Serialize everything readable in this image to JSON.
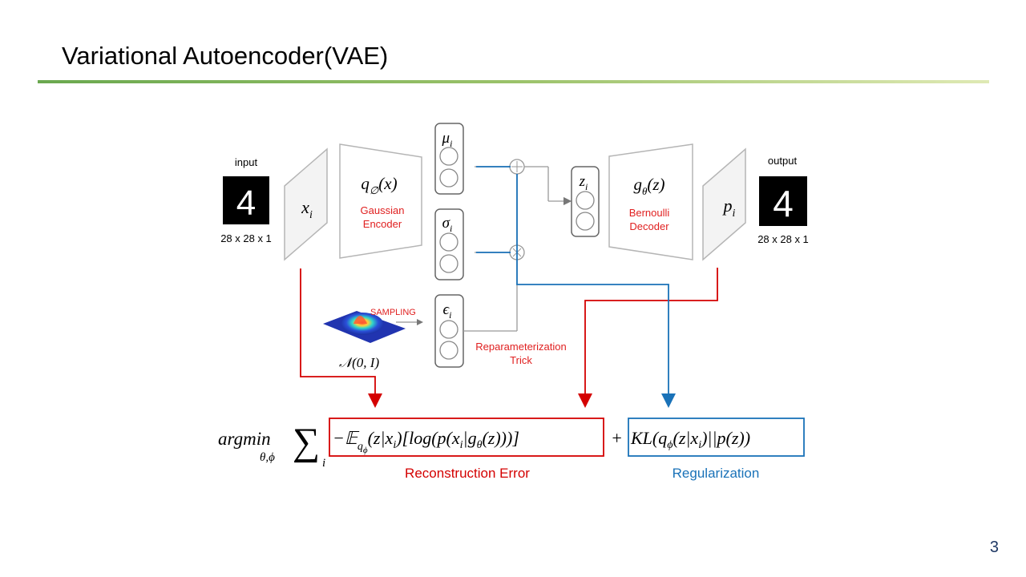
{
  "slide": {
    "title": "Variational Autoencoder(VAE)",
    "page_number": "3"
  },
  "diagram": {
    "input_label": "input",
    "output_label": "output",
    "input_dims": "28 x 28 x 1",
    "output_dims": "28 x 28 x 1",
    "input_node": "x",
    "input_node_sub": "i",
    "encoder_func": "q",
    "encoder_func_sub": "∅",
    "encoder_func_arg": "(x)",
    "encoder_line1": "Gaussian",
    "encoder_line2": "Encoder",
    "mu": "μ",
    "mu_sub": "i",
    "sigma": "σ",
    "sigma_sub": "i",
    "epsilon": "ϵ",
    "epsilon_sub": "i",
    "z": "z",
    "z_sub": "i",
    "decoder_func": "g",
    "decoder_func_sub": "θ",
    "decoder_func_arg": "(z)",
    "decoder_line1": "Bernoulli",
    "decoder_line2": "Decoder",
    "output_node": "p",
    "output_node_sub": "i",
    "sampling_label": "SAMPLING",
    "normal_dist": "𝒩(0, I)",
    "reparam_line1": "Reparameterization",
    "reparam_line2": "Trick",
    "digit": "4"
  },
  "formula": {
    "argmin": "argmin",
    "argmin_sub": "θ,ϕ",
    "sum": "∑",
    "sum_sub": "i",
    "reconstruction_term": "−𝔼",
    "reconstruction_q": "q",
    "reconstruction_q_sub": "ϕ",
    "reconstruction_rest": "(z|x",
    "reconstruction_rest_sub": "i",
    "reconstruction_tail": ")[log(p(x",
    "reconstruction_tail_sub": "i",
    "reconstruction_tail2": "|g",
    "reconstruction_tail2_sub": "θ",
    "reconstruction_tail3": "(z)))]",
    "plus": "+",
    "kl": "KL(q",
    "kl_sub": "ϕ",
    "kl_rest": "(z|x",
    "kl_rest_sub": "i",
    "kl_tail": ")||p(z))",
    "reconstruction_label": "Reconstruction  Error",
    "regularization_label": "Regularization"
  },
  "colors": {
    "red": "#d40000",
    "blue": "#1a72b8",
    "label_red": "#e02020",
    "gray": "#808080",
    "title_rule": "#6aa84f"
  }
}
